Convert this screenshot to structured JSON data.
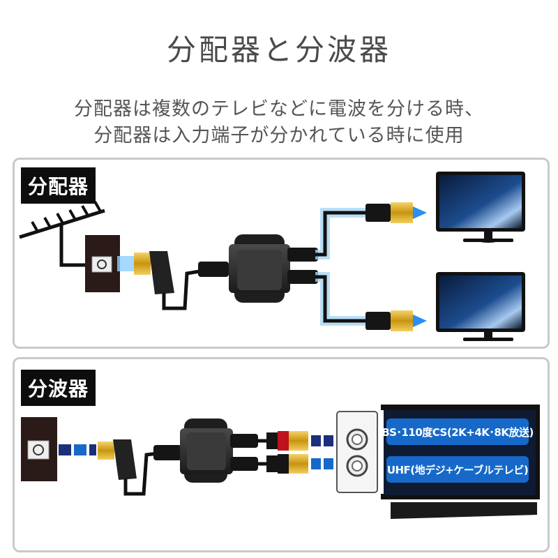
{
  "title": "分配器と分波器",
  "subtitle_line1": "分配器は複数のテレビなどに電波を分ける時、",
  "subtitle_line2": "分配器は入力端子が分かれている時に使用",
  "section_splitter": {
    "label": "分配器"
  },
  "section_separator": {
    "label": "分波器",
    "tv_inputs": [
      "BS･110度CS(2K+4K･8K放送)",
      "UHF(地デジ+ケーブルテレビ)"
    ]
  },
  "colors": {
    "accent_blue": "#1669c9",
    "dark_blue": "#1b2f7a",
    "cable": "#111111",
    "gold": "#d4a21c",
    "red": "#c0121c"
  }
}
